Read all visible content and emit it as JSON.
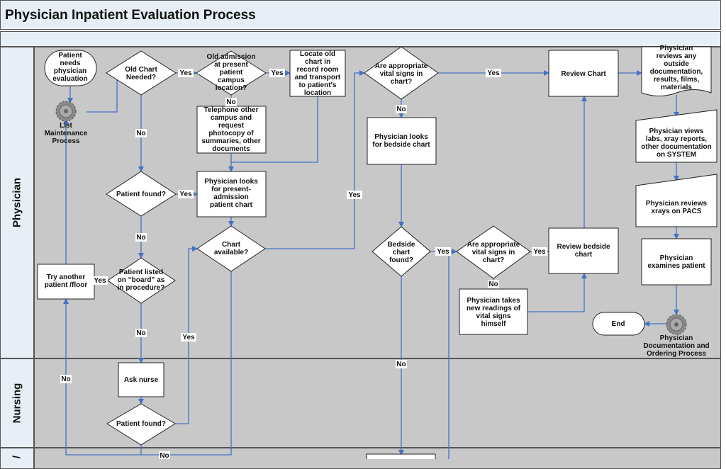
{
  "title": "Physician Inpatient Evaluation Process",
  "lanes": {
    "physician": "Physician",
    "nursing": "Nursing",
    "third": "/"
  },
  "nodes": {
    "start": [
      "Patient",
      "needs",
      "physician",
      "evaluation"
    ],
    "old_chart": [
      "Old Chart",
      "Needed?"
    ],
    "old_admission": [
      "Old admission",
      "at present",
      "patient",
      "campus",
      "location?"
    ],
    "locate_old": [
      "Locate old",
      "chart in",
      "record room",
      "and transport",
      "to patient's",
      "location"
    ],
    "vitals_q1": [
      "Are appropriate",
      "vital signs in",
      "chart?"
    ],
    "review_chart": [
      "Review Chart"
    ],
    "outside_docs": [
      "Physician",
      "reviews any",
      "outside",
      "documentation,",
      "results, films,",
      "materials"
    ],
    "list_maint": [
      "List",
      "Maintenance",
      "Process"
    ],
    "telephone": [
      "Telephone other",
      "campus and",
      "request",
      "photocopy of",
      "summaries, other",
      "documents"
    ],
    "looks_bedside": [
      "Physician looks",
      "for bedside chart"
    ],
    "views_labs": [
      "Physician views",
      "labs, xray reports,",
      "other documentation",
      "on SYSTEM"
    ],
    "patient_found1": [
      "Patient found?"
    ],
    "looks_present": [
      "Physician looks",
      "for present-",
      "admission",
      "patient chart"
    ],
    "reviews_xrays": [
      "Physician reviews",
      "xrays on PACS"
    ],
    "chart_available": [
      "Chart",
      "available?"
    ],
    "bedside_found": [
      "Bedside",
      "chart",
      "found?"
    ],
    "vitals_q2": [
      "Are appropriate",
      "vital signs in",
      "chart?"
    ],
    "review_bedside": [
      "Review bedside",
      "chart"
    ],
    "examines": [
      "Physician",
      "examines patient"
    ],
    "try_another": [
      "Try another",
      "patient /floor"
    ],
    "listed_board": [
      "Patient listed",
      "on “board” as",
      "in procedure?"
    ],
    "new_readings": [
      "Physician takes",
      "new readings of",
      "vital signs",
      "himself"
    ],
    "end": [
      "End"
    ],
    "doc_order": [
      "Physician",
      "Documentation and",
      "Ordering Process"
    ],
    "ask_nurse": [
      "Ask nurse"
    ],
    "patient_found2": [
      "Patient found?"
    ]
  },
  "labels": {
    "yes": "Yes",
    "no": "No"
  }
}
